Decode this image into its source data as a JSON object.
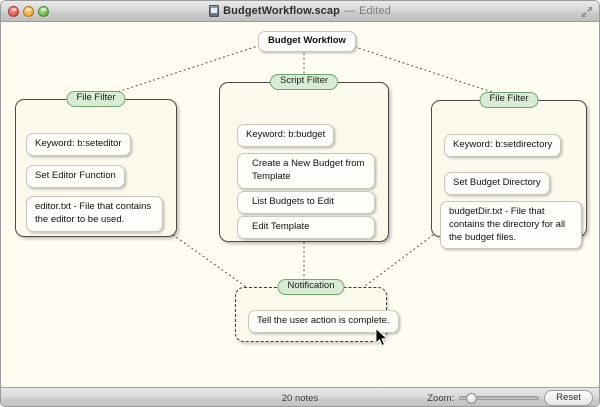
{
  "window": {
    "title": "BudgetWorkflow.scap",
    "title_separator": "—",
    "title_state": "Edited",
    "doc_icon": "document-icon",
    "fullscreen_icon": "fullscreen-arrows-icon",
    "traffic_lights": [
      "close",
      "minimize",
      "zoom"
    ]
  },
  "canvas": {
    "background_color": "#fffdf2",
    "root_node": {
      "label": "Budget Workflow"
    },
    "groups": [
      {
        "id": "left-file-filter",
        "title": "File Filter",
        "selected": false,
        "notes": [
          {
            "text": "Keyword:   b:seteditor"
          },
          {
            "text": "Set Editor Function"
          },
          {
            "text": "editor.txt - File that contains the editor to be used."
          }
        ]
      },
      {
        "id": "center-script-filter",
        "title": "Script Filter",
        "selected": false,
        "notes": [
          {
            "text": "Keyword:  b:budget"
          },
          {
            "text": "Create a New Budget from Template"
          },
          {
            "text": "List Budgets to Edit"
          },
          {
            "text": "Edit Template"
          }
        ]
      },
      {
        "id": "right-file-filter",
        "title": "File Filter",
        "selected": false,
        "notes": [
          {
            "text": "Keyword: b:setdirectory"
          },
          {
            "text": "Set Budget Directory"
          },
          {
            "text": "budgetDir.txt - File that contains the directory for all the budget files."
          }
        ]
      },
      {
        "id": "notification",
        "title": "Notification",
        "selected": true,
        "notes": [
          {
            "text": "Tell the user action is complete."
          }
        ]
      }
    ],
    "pill_color": "#d7ebd5",
    "pill_border_color": "#6fa36c"
  },
  "statusbar": {
    "notes_count": "20 notes",
    "zoom_label": "Zoom:",
    "reset_label": "Reset"
  }
}
